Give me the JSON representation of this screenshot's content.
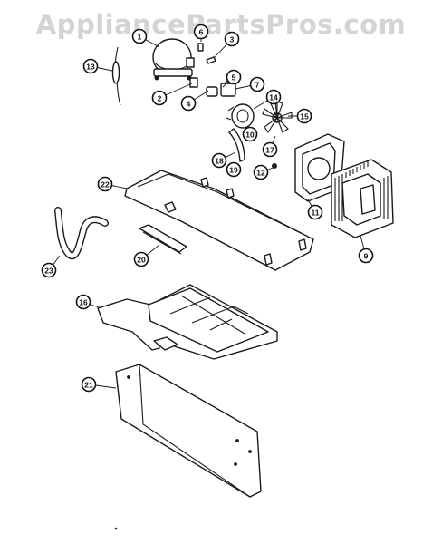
{
  "watermark": "AppliancePartsPros.com",
  "callouts": [
    "1",
    "2",
    "3",
    "4",
    "5",
    "6",
    "7",
    "9",
    "10",
    "11",
    "12",
    "13",
    "14",
    "15",
    "16",
    "17",
    "18",
    "19",
    "20",
    "21",
    "22",
    "23"
  ]
}
